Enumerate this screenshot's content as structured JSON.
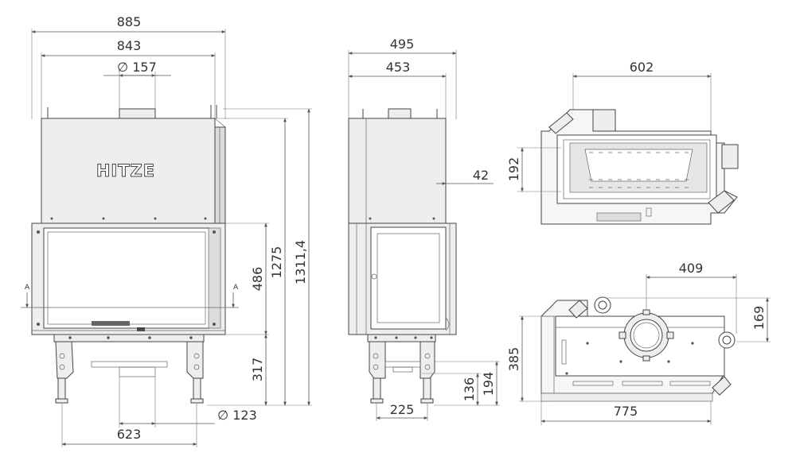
{
  "logo": {
    "text": "HITZE"
  },
  "front_view": {
    "width_total": "885",
    "width_inner": "843",
    "flue_diameter": "∅ 157",
    "height_1275": "1275",
    "height_1311": "1311,4",
    "door_height": "486",
    "base_height": "317",
    "leg_diameter": "∅ 123",
    "leg_spacing": "623",
    "section_mark_left": "A",
    "section_mark_right": "A"
  },
  "side_view": {
    "depth_total": "495",
    "depth_inner": "453",
    "panel_42": "42",
    "leg_136": "136",
    "leg_194": "194",
    "leg_spacing": "225"
  },
  "top_view": {
    "width_602": "602",
    "depth_192": "192"
  },
  "bottom_view": {
    "offset_409": "409",
    "offset_169": "169",
    "depth_385": "385",
    "width_775": "775"
  }
}
